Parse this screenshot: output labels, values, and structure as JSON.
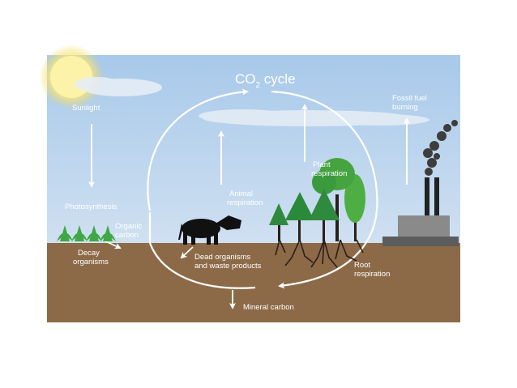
{
  "title": {
    "pre": "CO",
    "sub": "2",
    "post": " cycle"
  },
  "labels": {
    "sunlight": "Sunlight",
    "photosynthesis": "Photosynthesis",
    "organic_carbon": [
      "Organic",
      "carbon"
    ],
    "decay_organisms": [
      "Decay",
      "organisms"
    ],
    "animal_respiration": [
      "Animal",
      "respiration"
    ],
    "plant_respiration": [
      "Plant",
      "respiration"
    ],
    "fossil_fuel_burning": [
      "Fossil fuel",
      "burning"
    ],
    "dead_organisms": [
      "Dead organisms",
      "and waste products"
    ],
    "root_respiration": [
      "Root",
      "respiration"
    ],
    "mineral_carbon": "Mineral carbon"
  },
  "colors": {
    "sky": "#b9d3ec",
    "soil": "#8c6a48",
    "tree_dark": "#2f8a3f",
    "tree_light": "#52ac45",
    "arrow": "#ffffff",
    "factory": "#7d7d7d"
  }
}
